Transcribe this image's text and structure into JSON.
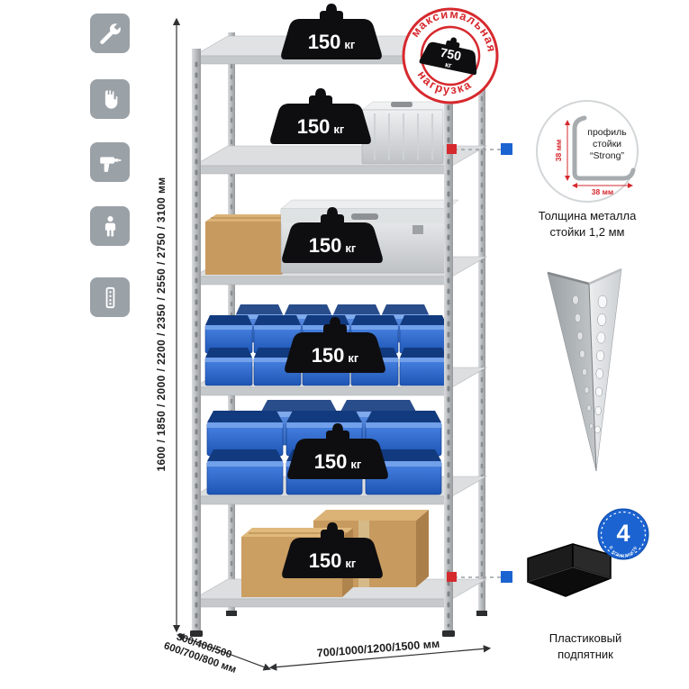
{
  "colors": {
    "accent_red": "#d6292e",
    "accent_blue": "#1b63d1",
    "icon_gray": "#9aa1a7",
    "metal_gray": "#b7babd"
  },
  "left_toolbar": {
    "icons": [
      {
        "name": "wrench-icon"
      },
      {
        "name": "glove-icon"
      },
      {
        "name": "drill-icon"
      },
      {
        "name": "person-icon"
      },
      {
        "name": "perforated-post-icon"
      }
    ]
  },
  "rack": {
    "shelves": [
      {
        "load": "150",
        "unit": "кг"
      },
      {
        "load": "150",
        "unit": "кг"
      },
      {
        "load": "150",
        "unit": "кг"
      },
      {
        "load": "150",
        "unit": "кг"
      },
      {
        "load": "150",
        "unit": "кг"
      },
      {
        "load": "150",
        "unit": "кг"
      }
    ]
  },
  "max_load_stamp": {
    "arc_top": "максимальная",
    "arc_bottom": "нагрузка",
    "value": "750",
    "unit": "кг"
  },
  "profile_detail": {
    "label_line1": "профиль",
    "label_line2": "стойки",
    "label_line3": "“Strong”",
    "dim_v": "38 мм",
    "dim_h": "38 мм",
    "caption_line1": "Толщина металла",
    "caption_line2": "стойки 1,2 мм"
  },
  "foot_detail": {
    "caption_line1": "Пластиковый",
    "caption_line2": "подпятник",
    "badge_value": "4",
    "badge_text": "в комплекте"
  },
  "dimensions": {
    "height": "1600 / 1850 / 2000 / 2200 / 2350 / 2550 / 2750 / 3100 мм",
    "width": "700/1000/1200/1500 мм",
    "depth_line1": "300/400/500",
    "depth_line2": "600/700/800 мм"
  }
}
